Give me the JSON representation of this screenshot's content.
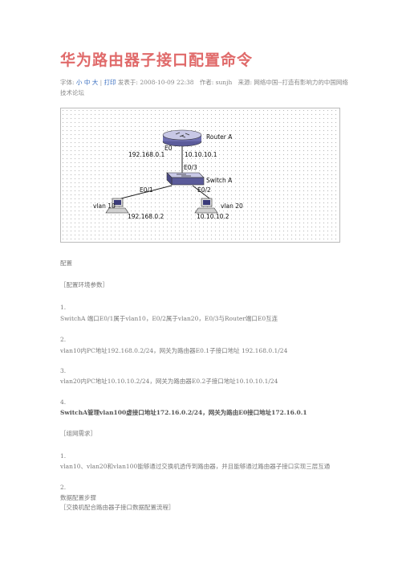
{
  "title": "华为路由器子接口配置命令",
  "meta": {
    "font_label": "字体:",
    "font_small": "小",
    "font_medium": "中",
    "font_large": "大",
    "divider": "|",
    "print": "打印",
    "published": "发表于: 2008-10-09 22:38",
    "author": "作者: sunjh",
    "source": "来源: 网络中国--打造有影响力的中国网络技术论坛"
  },
  "diagram": {
    "router_label": "Router A",
    "e0_label": "E0",
    "ip_left": "192.168.0.1",
    "ip_right": "10.10.10.1",
    "e03_label": "E0/3",
    "switch_label": "Switch A",
    "e01_label": "E0/1",
    "e02_label": "E0/2",
    "vlan10_label": "vlan 10",
    "vlan20_label": "vlan 20",
    "pc1_ip": "192.168.0.2",
    "pc2_ip": "10.10.10.2"
  },
  "content": {
    "config": "配置",
    "env_header": "［配置环境参数］",
    "n1": "1.",
    "p1": "SwitchA 端口E0/1属于vlan10，E0/2属于vlan20，E0/3与Router端口E0互连",
    "n2": "2.",
    "p2": "vlan10内PC地址192.168.0.2/24，网关为路由器E0.1子接口地址 192.168.0.1/24",
    "n3": "3.",
    "p3": "vlan20内PC地址10.10.10.2/24，网关为路由器E0.2子接口地址10.10.10.1/24",
    "n4": "4.",
    "p4": "SwitchA管理vlan100虚接口地址172.16.0.2/24，网关为路由E0接口地址172.16.0.1",
    "req_header": "［组网需求］",
    "n5": "1.",
    "p5": "vlan10、vlan20和vlan100能够通过交换机透传到路由器，并且能够通过路由器子接口实现三层互通",
    "n6": "2.",
    "p6": "数据配置步骤",
    "p7": "［交换机配合路由器子接口数据配置流程］"
  }
}
